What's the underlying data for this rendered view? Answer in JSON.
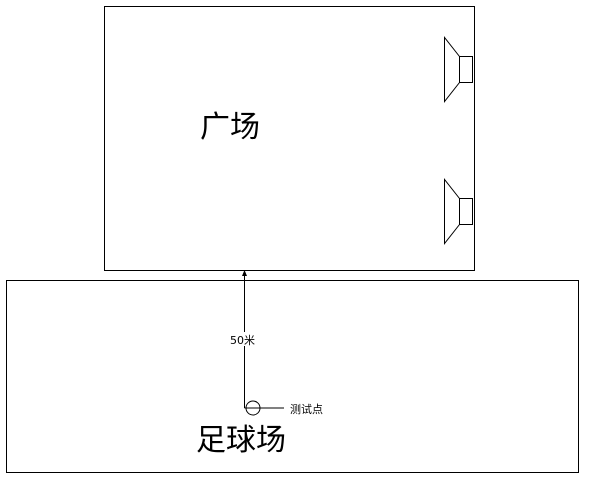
{
  "plaza": {
    "label": "广场"
  },
  "field": {
    "label": "足球场"
  },
  "measurement": {
    "distance_label": "50米",
    "point_label": "测试点"
  },
  "colors": {
    "line": "#000000",
    "background": "#ffffff"
  },
  "icons": {
    "speaker_top": "speaker-icon",
    "speaker_bottom": "speaker-icon"
  }
}
